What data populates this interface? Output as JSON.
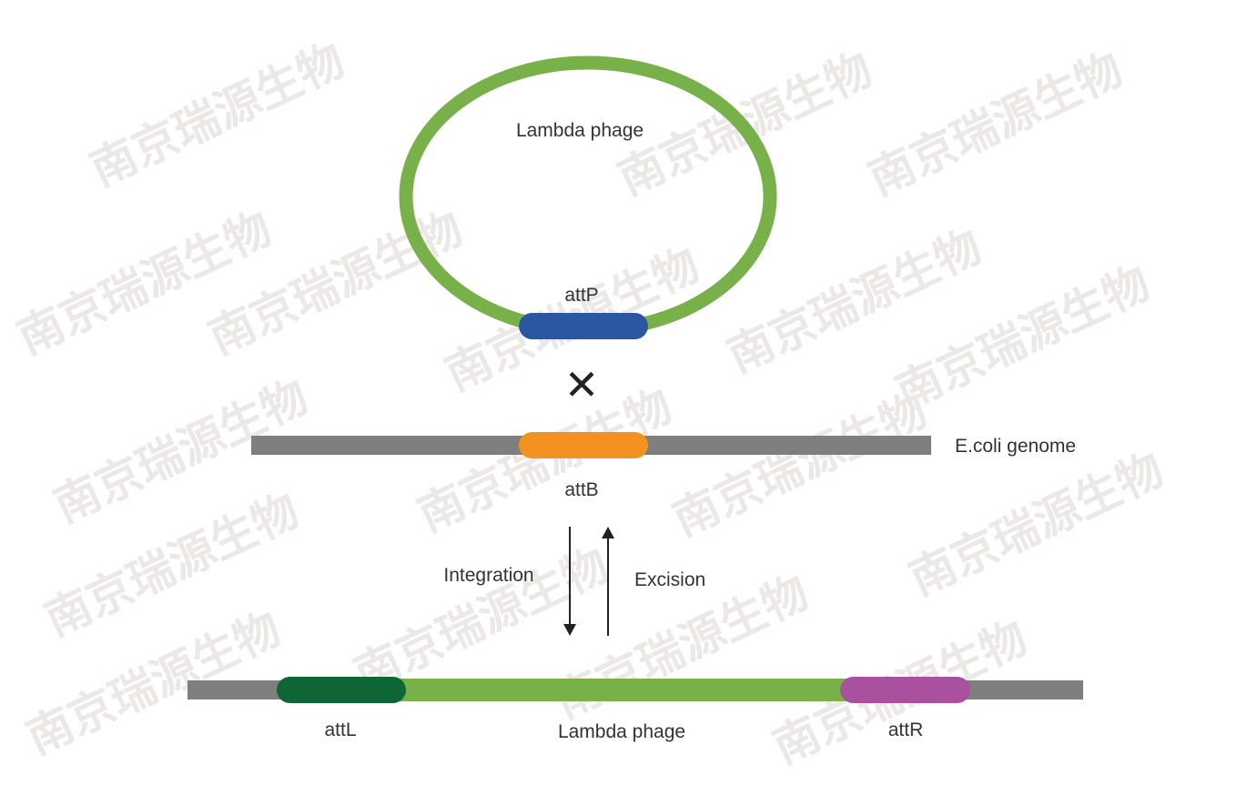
{
  "watermark": {
    "text": "南京瑞源生物",
    "color": "#ece8e8"
  },
  "phage_circle": {
    "label": "Lambda phage",
    "color": "#78b04a",
    "site": {
      "label": "attP",
      "color": "#2b57a0"
    }
  },
  "cross_symbol": "✕",
  "ecoli": {
    "label": "E.coli genome",
    "color": "#7f7f82",
    "site": {
      "label": "attB",
      "color": "#f39220"
    }
  },
  "arrows": {
    "down_label": "Integration",
    "up_label": "Excision",
    "color": "#222222"
  },
  "integrated": {
    "genome_color": "#7f7f82",
    "phage_label": "Lambda phage",
    "phage_color": "#78b04a",
    "left_site": {
      "label": "attL",
      "color": "#0e6535"
    },
    "right_site": {
      "label": "attR",
      "color": "#a9509f"
    }
  }
}
